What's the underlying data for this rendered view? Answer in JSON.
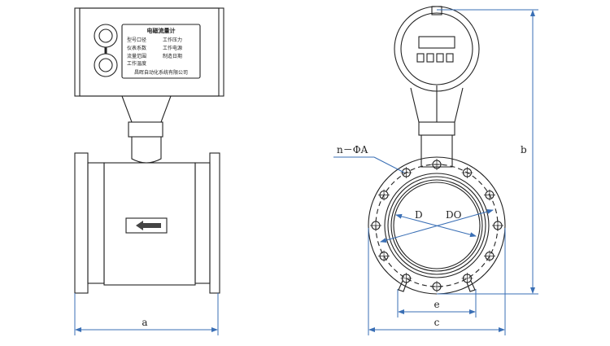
{
  "nameplate": {
    "title": "电磁流量计",
    "rows": [
      "型号口径",
      "工作压力",
      "仪表系数",
      "工作电源",
      "流量范围",
      "制造日期",
      "工作温度"
    ],
    "maker": "昌晖自动化系统有限公司"
  },
  "labels": {
    "a": "a",
    "b": "b",
    "c": "c",
    "e": "e",
    "D": "D",
    "DO": "DO",
    "holes": "n－ΦA"
  },
  "colors": {
    "dimension": "#3a6fb5",
    "outline": "#222222"
  }
}
